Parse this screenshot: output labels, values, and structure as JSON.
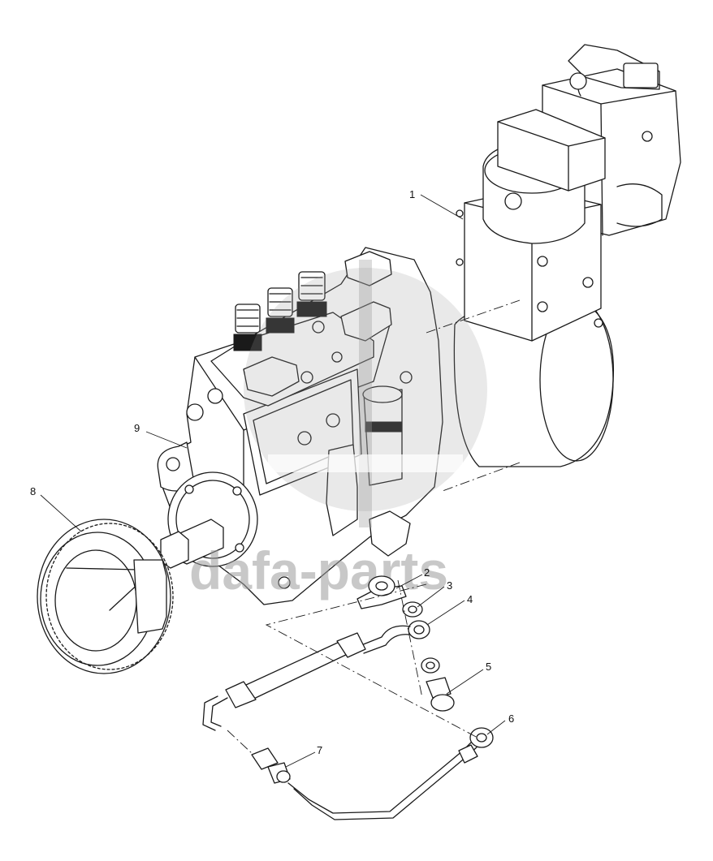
{
  "callouts": {
    "c1": "1",
    "c2": "2",
    "c3": "3",
    "c4": "4",
    "c5": "5",
    "c6": "6",
    "c7": "7",
    "c8": "8",
    "c9": "9"
  },
  "watermark": {
    "text": "dafa-parts"
  },
  "colors": {
    "line": "#1a1a1a",
    "background": "#ffffff",
    "watermark": "#9a9a9a"
  }
}
